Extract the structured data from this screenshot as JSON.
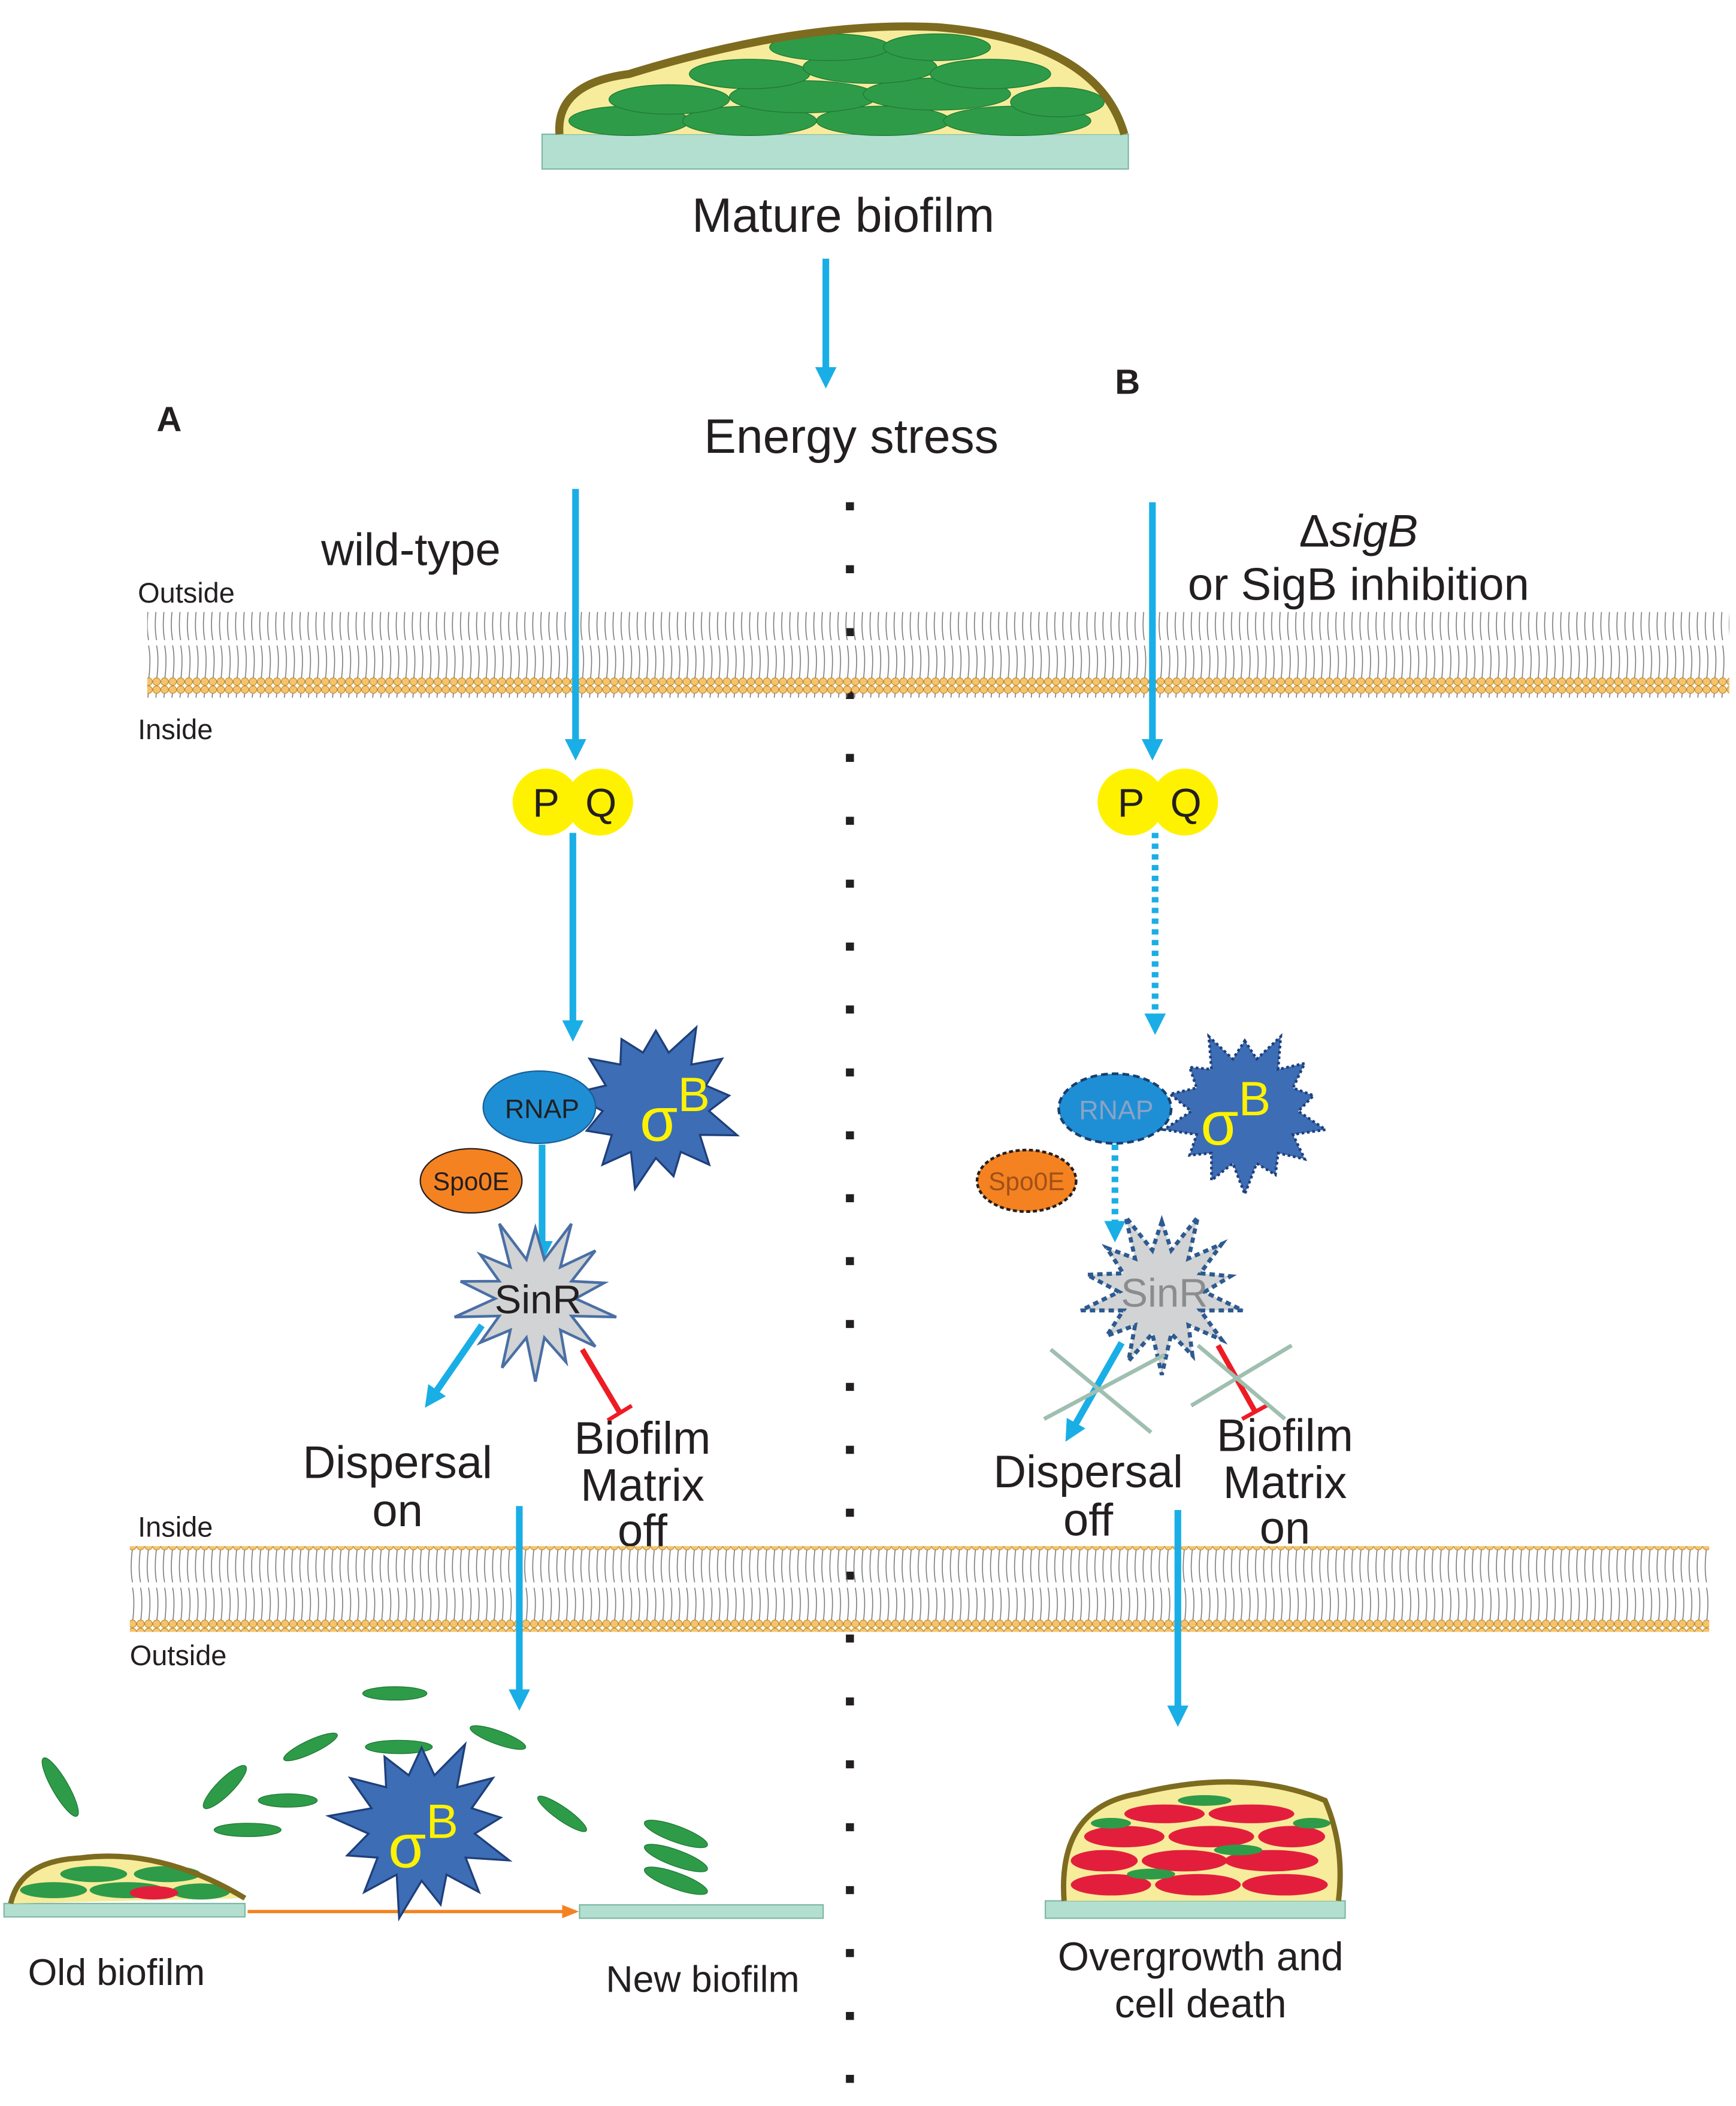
{
  "title": "Mature biofilm",
  "stress": "Energy stress",
  "panels": {
    "a": {
      "letter": "A",
      "condition": "wild-type",
      "outside_top": "Outside",
      "inside_top": "Inside",
      "p": "P",
      "q": "Q",
      "rnap": "RNAP",
      "sigma": "σ",
      "sigma_sup": "B",
      "spo0e": "Spo0E",
      "sinr": "SinR",
      "dispersal": [
        "Dispersal",
        "on"
      ],
      "matrix": [
        "Biofilm",
        "Matrix",
        "off"
      ],
      "inside_bottom": "Inside",
      "outside_bottom": "Outside",
      "old_biofilm": "Old biofilm",
      "new_biofilm": "New biofilm"
    },
    "b": {
      "letter": "B",
      "condition_delta": "Δ",
      "condition_gene": "sigB",
      "condition_line2": "or SigB inhibition",
      "p": "P",
      "q": "Q",
      "rnap": "RNAP",
      "sigma": "σ",
      "sigma_sup": "B",
      "spo0e": "Spo0E",
      "sinr": "SinR",
      "dispersal": [
        "Dispersal",
        "off"
      ],
      "matrix": [
        "Biofilm",
        "Matrix",
        "on"
      ],
      "outcome": [
        "Overgrowth and",
        "cell death"
      ]
    }
  },
  "colors": {
    "arrow": "#1aaee6",
    "pq": "#fff200",
    "rnap": "#1e8fd5",
    "sigma": "#3c6db5",
    "spo0e": "#f58220",
    "sinr": "#d1d3d4",
    "inhibit": "#ed1c24",
    "substrate": "#b3dfd0",
    "cell": "#2e9b48",
    "dead": "#e31e3c",
    "matrix": "#f7ec9b",
    "capsule": "#7d6b1f"
  }
}
